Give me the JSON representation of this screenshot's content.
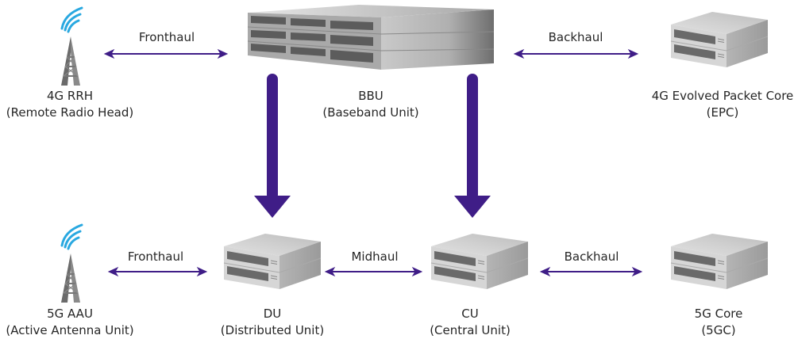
{
  "diagram": {
    "accent_color": "#3f1d87",
    "signal_color": "#29a8e0",
    "top_row": {
      "rrh": {
        "name": "4G RRH",
        "subtitle": "(Remote Radio Head)",
        "icon": "cell-tower-icon"
      },
      "bbu": {
        "name": "BBU",
        "subtitle": "(Baseband Unit)",
        "icon": "rack-server-icon"
      },
      "epc": {
        "name": "4G Evolved Packet Core",
        "subtitle": "(EPC)",
        "icon": "network-switch-icon"
      },
      "links": [
        {
          "label": "Fronthaul",
          "from": "4G RRH",
          "to": "BBU"
        },
        {
          "label": "Backhaul",
          "from": "BBU",
          "to": "4G Evolved Packet Core"
        }
      ]
    },
    "bottom_row": {
      "aau": {
        "name": "5G AAU",
        "subtitle": "(Active Antenna Unit)",
        "icon": "cell-tower-icon"
      },
      "du": {
        "name": "DU",
        "subtitle": "(Distributed Unit)",
        "icon": "network-switch-icon"
      },
      "cu": {
        "name": "CU",
        "subtitle": "(Central Unit)",
        "icon": "network-switch-icon"
      },
      "core": {
        "name": "5G Core",
        "subtitle": "(5GC)",
        "icon": "network-switch-icon"
      },
      "links": [
        {
          "label": "Fronthaul",
          "from": "5G AAU",
          "to": "DU"
        },
        {
          "label": "Midhaul",
          "from": "DU",
          "to": "CU"
        },
        {
          "label": "Backhaul",
          "from": "CU",
          "to": "5G Core"
        }
      ]
    },
    "splits": [
      {
        "from": "BBU",
        "to": "DU"
      },
      {
        "from": "BBU",
        "to": "CU"
      }
    ]
  }
}
